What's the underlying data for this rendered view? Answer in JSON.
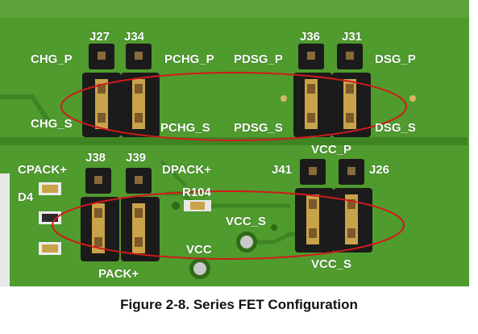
{
  "colors": {
    "pcb": "#4f9b2e",
    "pcb_dark": "#3f8422",
    "header_body": "#1b1b1b",
    "jumper_pad": "#c9a34a",
    "highlight": "#d11a1a",
    "text": "#ffffff"
  },
  "labels": {
    "j27": "J27",
    "j34": "J34",
    "j36": "J36",
    "j31": "J31",
    "chg_p": "CHG_P",
    "pchg_p": "PCHG_P",
    "pdsg_p": "PDSG_P",
    "dsg_p": "DSG_P",
    "chg_s": "CHG_S",
    "pchg_s": "PCHG_S",
    "pdsg_s": "PDSG_S",
    "dsg_s": "DSG_S",
    "vcc_p": "VCC_P",
    "cpack": "CPACK+",
    "dpack": "DPACK+",
    "j38": "J38",
    "j39": "J39",
    "j41": "J41",
    "j26": "J26",
    "d4": "D4",
    "r104": "R104",
    "vcc_s_mid": "VCC_S",
    "vcc": "VCC",
    "vcc_s_right": "VCC_S",
    "pack": "PACK+"
  },
  "caption": "Figure 2-8. Series FET Configuration"
}
